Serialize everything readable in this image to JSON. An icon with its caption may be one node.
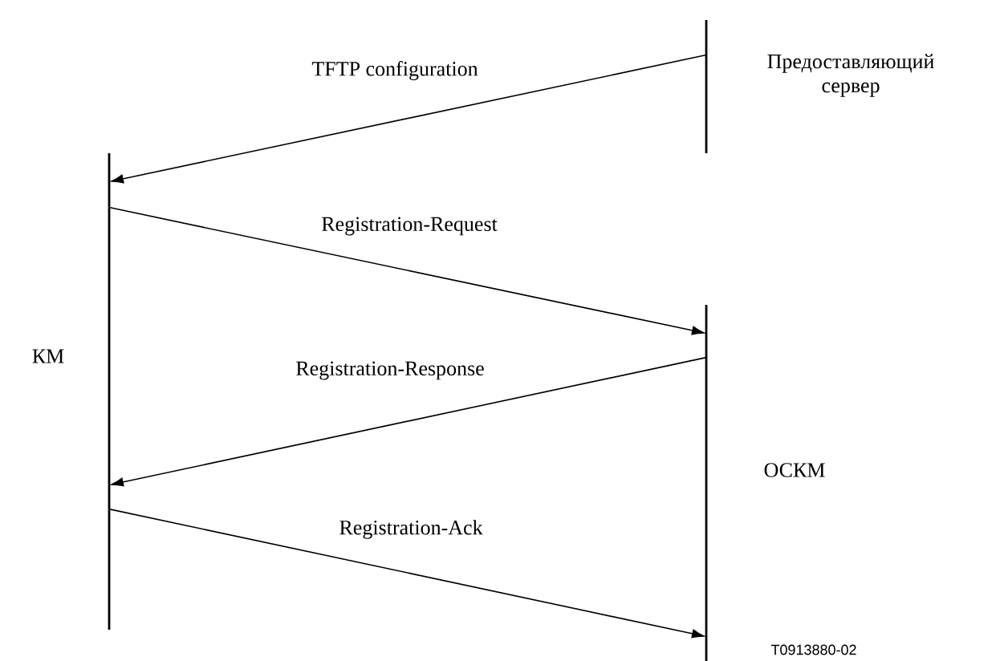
{
  "diagram": {
    "nodes": [
      {
        "text": [],
        "shape": "bar",
        "beside": [
          "Предоставляющий сервер"
        ]
      },
      {
        "text": [],
        "shape": "bar",
        "beside": [
          "КМ"
        ]
      },
      {
        "text": [],
        "shape": "bar",
        "beside": [
          "ОСКМ"
        ]
      }
    ],
    "edges": [
      {
        "from": 0,
        "to": 1,
        "arrow": "to",
        "label": "TFTP configuration"
      },
      {
        "from": 1,
        "to": 2,
        "arrow": "to",
        "label": "Registration-Request"
      },
      {
        "from": 2,
        "to": 1,
        "arrow": "to",
        "label": "Registration-Response"
      },
      {
        "from": 1,
        "to": 2,
        "arrow": "to",
        "label": "Registration-Ack"
      }
    ],
    "labels": [
      "T0913880-02"
    ]
  }
}
